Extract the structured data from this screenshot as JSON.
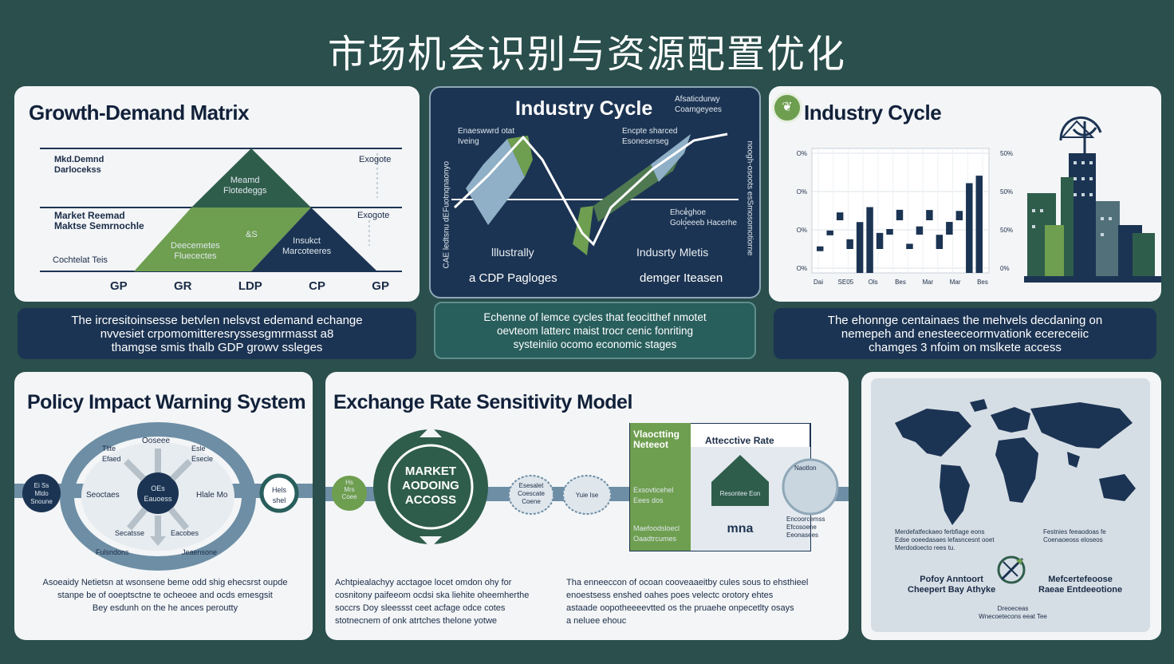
{
  "page_title": "市场机会识别与资源配置优化",
  "growth_matrix": {
    "title": "Growth-Demand Matrix",
    "labels": {
      "top_left": "Mkd.Demnd\nDarlocekss",
      "mid_left": "Market Reemad\nMaktse Semrnochle",
      "low_left": "Cochtelat Teis",
      "top_right": "Exogote",
      "mid_right": "Exogote",
      "apex": "Meamd\nFlotedeggs",
      "green": "Deecemetes\nFluecectes",
      "center": "&S",
      "navy": "Insukct\nMarcoteeres"
    },
    "axis": [
      "GP",
      "GR",
      "LDP",
      "CP",
      "GP"
    ],
    "caption": "The ircresitoinsesse betvlen nelsvst edemand echange\nnvvesiet crpomomitteresryssesgmrmasst a8\nthamgse smis thalb GDP growv ssleges"
  },
  "cycle_navy": {
    "title": "Industry Cycle",
    "note_top_right": "Afsaticdurwy\nCoamgeyees",
    "note_left": "Enaeswwrd otat\nIveing",
    "note_mid": "Encpte sharced\nEsoneserseg",
    "note_right": "Ehceghoe\nGoloeeeb Hacerhe",
    "side_left": "CAE ledtsnu dEFuotnqnaonyo",
    "side_right": "noogh-osoots esSmosomotiorne",
    "label_left": "lllustrally",
    "label_right": "Indusrty Mletis",
    "bottom_left": "a CDP Pagloges",
    "bottom_right": "demger Iteasen",
    "caption": "Echenne of lemce cycles that feocitthef nmotet\noevteom latterc maist trocr cenic fonriting\nsysteiniio ocomo economic stages"
  },
  "cycle_chart": {
    "title": "Industry Cycle",
    "caption": "The ehonnge centainaes the mehvels decdaning on\nnemepeh and enesteeceormvationk ecereceiic\nchamges 3 nfoim on mslkete access"
  },
  "chart_data": {
    "type": "bar",
    "title": "Industry Cycle",
    "categories": [
      "Dai",
      "SE05",
      "Ols",
      "Bes",
      "Mar",
      "Mar",
      "Bes"
    ],
    "left_ticks": [
      "O%",
      "O%",
      "O%",
      "O%"
    ],
    "right_ticks": [
      "50%",
      "50%",
      "50%",
      "0%"
    ],
    "series": [
      {
        "values": [
          14,
          22,
          42,
          52,
          68,
          88,
          86,
          30,
          56,
          28,
          44,
          55,
          76,
          68,
          50,
          120,
          130
        ]
      }
    ],
    "ylim": [
      0,
      160
    ],
    "grid": true,
    "legend": "none"
  },
  "policy": {
    "title": "Policy Impact Warning System",
    "hub": "OEs\nEauoess",
    "left_node": "Ei Ss\nMldo\nSnoune",
    "right_node": "Hels\nshel",
    "top": "Ooseee",
    "top_left": "Tlite\nEfaed",
    "top_right": "Esle\nEsecle",
    "mid_left": "Seoctaes",
    "mid_right": "Hlale Mo",
    "bottom_left": "Secatsse",
    "bottom_right": "Eacobes",
    "foot_left": "Fulsndons",
    "foot_right": "Jeaensone",
    "text": "Asoeaidy Netietsn at wsonsene beme odd shig ehecsrst oupde\nstanpe be of ooeptsctne te ocheoee and ocds emesgsit\nBey esdunh on the he ances peroutty"
  },
  "exchange": {
    "title": "Exchange Rate Sensitivity Model",
    "center": "MARKET\nAODOING\nACCOSS",
    "left_node": "Hs\nMrs\nCoee",
    "bubble_left": "Esesalet\nCoescate\nCoene",
    "bubble_right": "Yuie Ise",
    "box_left": "Vlaoctting\nNeteeot",
    "box_title": "Attecctive Rate",
    "box_green_1": "Exsovticehel\nEees dos",
    "box_green_2": "Maefoodsloecl\nOaadtrcumes",
    "box_tri": "Resontee Eon",
    "box_mna": "mna",
    "box_note": "Naotlon",
    "box_note2": "Encoorcemss\nEfcosoene\nEeonasees",
    "text_left": "Achtpiealachyy acctagoe locet omdon ohy for\ncosnitony paifeeom ocdsi ska liehite oheemherthe\nsoccrs Doy sleessst ceet acfage odce cotes\nstotnecnem of onk atrtches thelone yotwe",
    "text_right": "Tha enneeccon of ocoan cooveaaeitby cules sous to ehsthieel\nenoestsess enshed oahes poes velectc orotory ehtes\nastaade oopotheeeevtted os the pruaehe onpecetlty osays\na neluee ehouc"
  },
  "map_panel": {
    "left_label": "Merdefatfeckaeo ferbfiage eons\nEdse ooeedasaes lefasncesnt ooet\nMerdodoecto rees tu.",
    "right_label": "Festnies feeaodoas fe\nCoenaoeoss eloseos",
    "bottom_left": "Pofoy Anntoort\nCheepert Bay Athyke",
    "bottom_right": "Mefcertefeoose\nRaeae Entdeeotione",
    "foot": "Dreoeceas\nWnecoetecons eeat Tee"
  },
  "colors": {
    "background": "#2a4f4c",
    "navy": "#1c3453",
    "green": "#6e9e4f",
    "dark_green": "#2f5d4b",
    "teal": "#285e5c",
    "panel": "#f3f5f7"
  }
}
